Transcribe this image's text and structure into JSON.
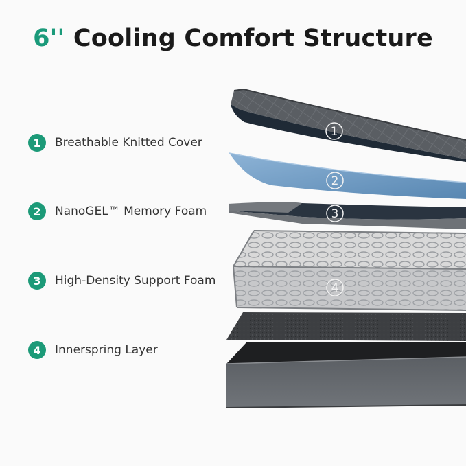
{
  "title": {
    "accent": "6''",
    "text": "Cooling Comfort Structure"
  },
  "layers": [
    {
      "number": "1",
      "label": "Breathable Knitted Cover"
    },
    {
      "number": "2",
      "label": "NanoGEL™ Memory Foam"
    },
    {
      "number": "3",
      "label": "High-Density Support Foam"
    },
    {
      "number": "4",
      "label": "Innerspring Layer"
    }
  ],
  "colors": {
    "accent": "#1c9a78",
    "cover": "#555a60",
    "gel_foam": "#6b98c0",
    "support_foam": "#6f7378",
    "base": "#45484c"
  }
}
